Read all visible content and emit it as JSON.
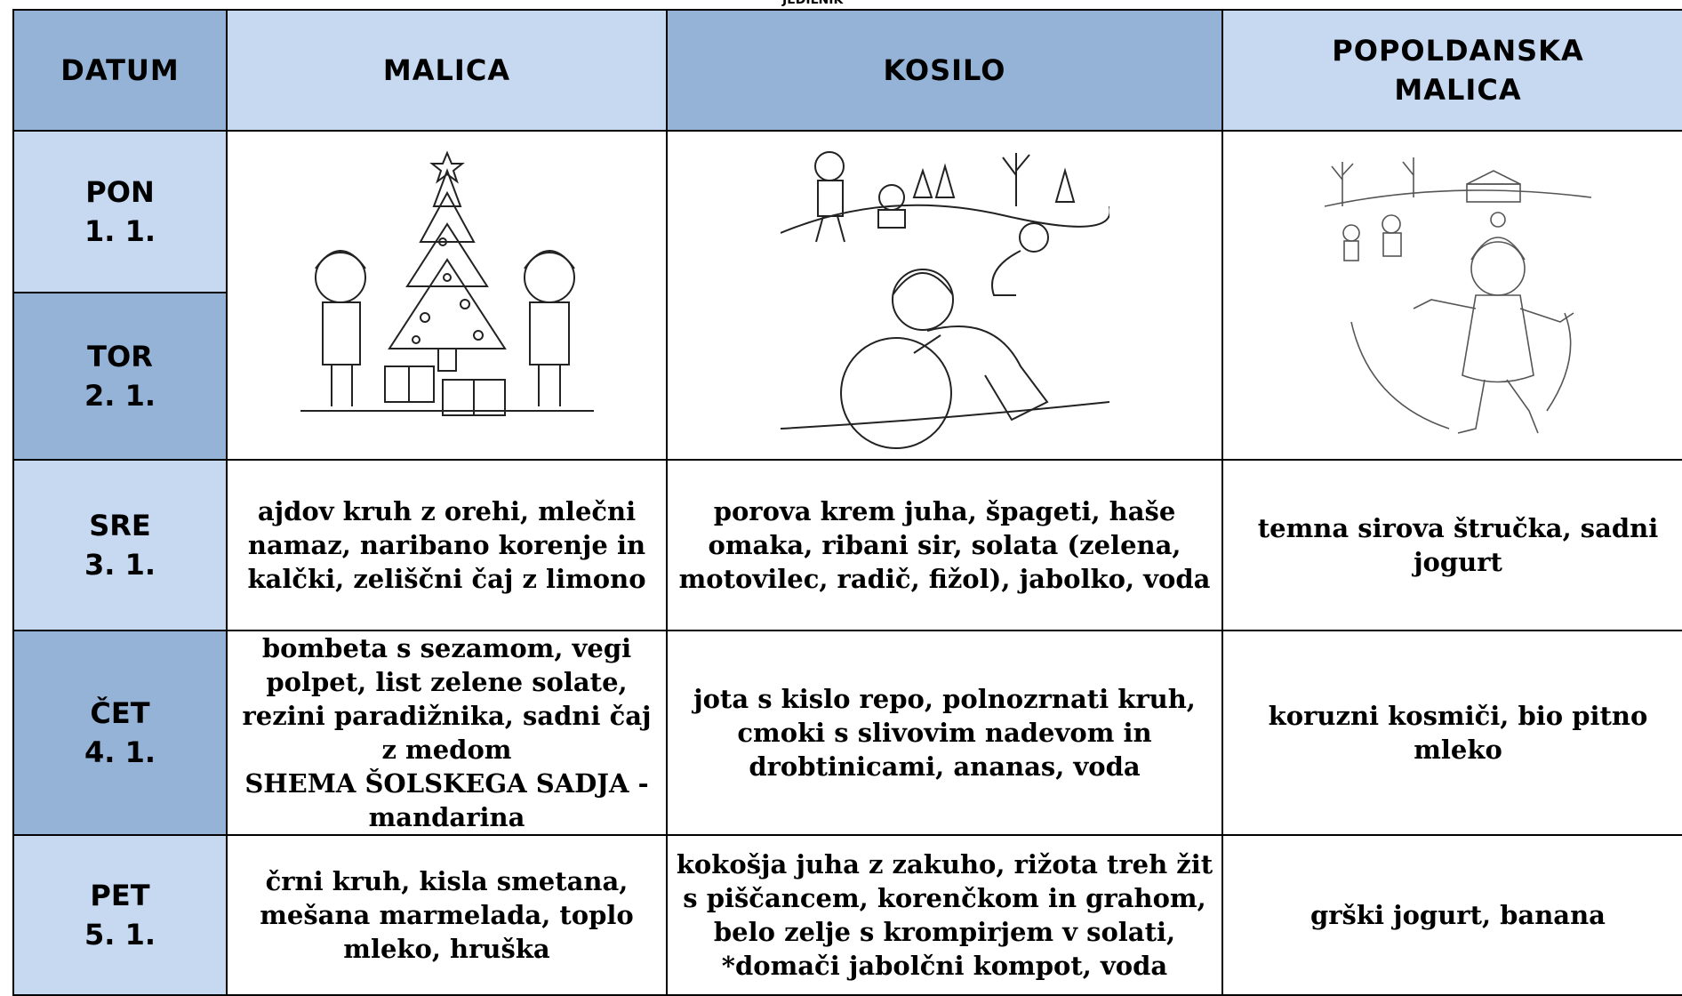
{
  "top_label": "JEDILNIK",
  "headers": {
    "date": "DATUM",
    "snack": "MALICA",
    "lunch": "KOSILO",
    "afternoon_line1": "POPOLDANSKA",
    "afternoon_line2": "MALICA"
  },
  "days": [
    {
      "name": "PON",
      "date": "1. 1."
    },
    {
      "name": "TOR",
      "date": "2. 1."
    },
    {
      "name": "SRE",
      "date": "3. 1."
    },
    {
      "name": "ČET",
      "date": "4. 1."
    },
    {
      "name": "PET",
      "date": "5. 1."
    }
  ],
  "images": {
    "snack": "christmas-tree-children-illustration",
    "lunch": "snowball-rolling-children-illustration",
    "afternoon": "ice-skating-girl-illustration"
  },
  "meals": {
    "wed": {
      "snack": "ajdov kruh z orehi, mlečni namaz, naribano korenje in kalčki, zeliščni čaj z limono",
      "lunch": "porova krem juha, špageti, haše omaka, ribani sir, solata (zelena, motovilec, radič, fižol), jabolko, voda",
      "afternoon": "temna sirova štručka, sadni jogurt"
    },
    "thu": {
      "snack_line1": "bombeta s sezamom, vegi polpet, list zelene solate, rezini paradižnika, sadni čaj z medom",
      "snack_line2": "SHEMA ŠOLSKEGA SADJA - mandarina",
      "lunch": "jota s kislo repo, polnozrnati kruh, cmoki s slivovim nadevom in drobtinicami, ananas, voda",
      "afternoon": "koruzni kosmiči, bio pitno mleko"
    },
    "fri": {
      "snack": "črni kruh, kisla smetana, mešana marmelada, toplo mleko, hruška",
      "lunch": "kokošja juha z zakuho, rižota treh žit s piščancem, korenčkom in grahom, belo zelje s krompirjem v solati, *domači jabolčni kompot, voda",
      "afternoon": "grški jogurt, banana"
    }
  }
}
